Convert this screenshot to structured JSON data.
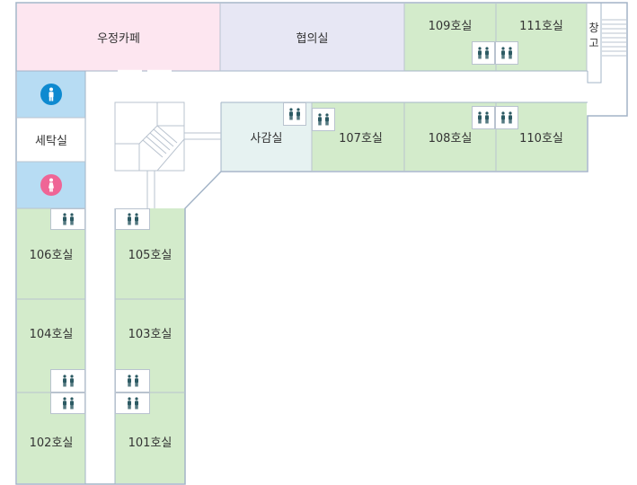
{
  "floor": {
    "rooms": {
      "cafe": "우정카페",
      "meeting": "협의실",
      "r109": "109호실",
      "r111": "111호실",
      "storage_line1": "창",
      "storage_line2": "고",
      "laundry": "세탁실",
      "counseling": "사감실",
      "r107": "107호실",
      "r108": "108호실",
      "r110": "110호실",
      "r106": "106호실",
      "r105": "105호실",
      "r104": "104호실",
      "r103": "103호실",
      "r102": "102호실",
      "r101": "101호실"
    }
  },
  "colors": {
    "room_green": "#d3ebcb",
    "cafe_pink": "#fde6f0",
    "meeting_lavender": "#e7e7f4",
    "counseling_teal": "#e6f2f1",
    "restroom_blue": "#b7dcf3",
    "men_icon": "#0e8ad0",
    "women_icon": "#ef6596",
    "outline": "#a3b4c7"
  },
  "icons": {
    "washroom": "washroom-icon",
    "men": "men-restroom-icon",
    "women": "women-restroom-icon",
    "stairs": "stairs-icon"
  }
}
